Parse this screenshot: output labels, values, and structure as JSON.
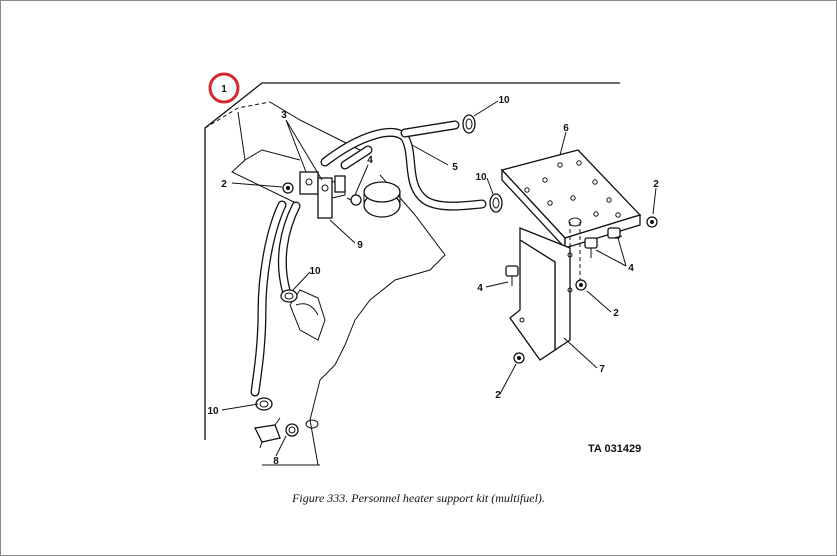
{
  "figure": {
    "caption": "Figure 333. Personnel heater support kit (multifuel).",
    "ta_number": "TA 031429",
    "annotation_marker": "1"
  },
  "callouts": {
    "c2a": "2",
    "c3": "3",
    "c4a": "4",
    "c5": "5",
    "c6": "6",
    "c10a": "10",
    "c10b": "10",
    "c2b": "2",
    "c9": "9",
    "c10c": "10",
    "c4b": "4",
    "c4c": "4",
    "c2c": "2",
    "c7": "7",
    "c2d": "2",
    "c10d": "10",
    "c8": "8"
  },
  "colors": {
    "line": "#111111",
    "marker": "#d42a2a",
    "background": "#ffffff"
  }
}
